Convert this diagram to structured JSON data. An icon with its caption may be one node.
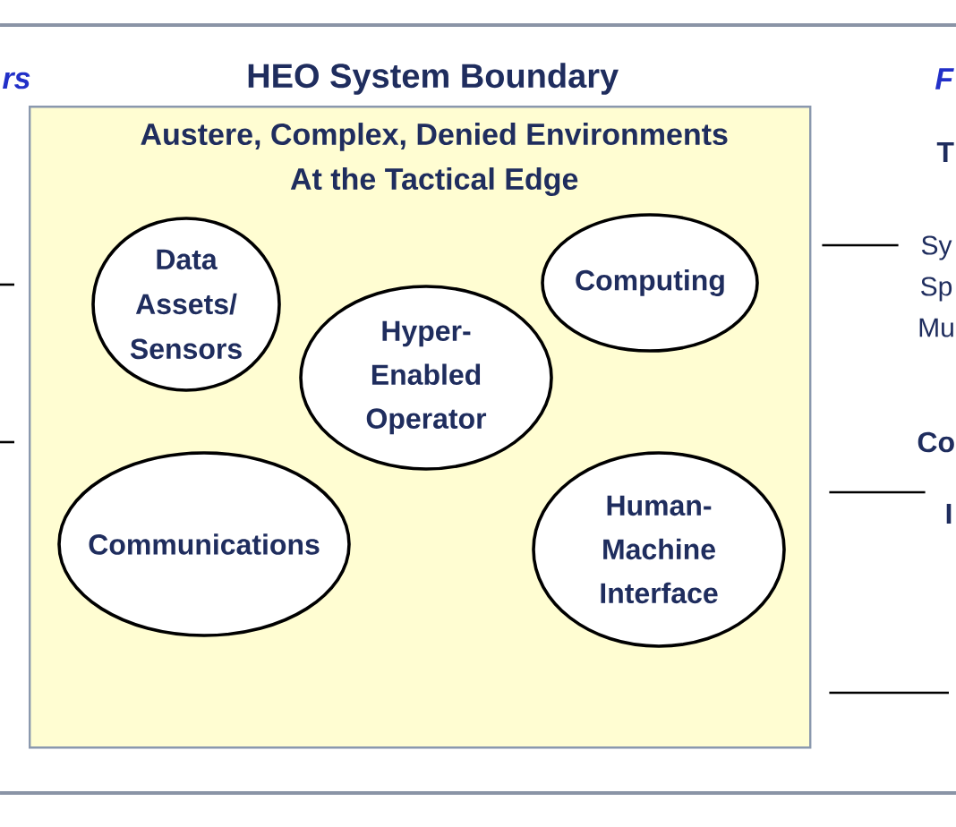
{
  "diagram": {
    "nodes": [
      {
        "text": [
          "HEO System Boundary",
          "Austere, Complex, Denied Environments At the Tactical Edge"
        ]
      },
      {
        "text": [
          "Data Assets/ Sensors"
        ],
        "in": 0
      },
      {
        "text": [
          "Computing"
        ],
        "in": 0
      },
      {
        "text": [
          "Hyper- Enabled Operator"
        ],
        "in": 0
      },
      {
        "text": [
          "Communications"
        ],
        "in": 0
      },
      {
        "text": [
          "Human- Machine Interface"
        ],
        "in": 0
      },
      {
        "text": [
          "Sy Sp Mu"
        ]
      },
      {
        "text": [
          "I"
        ]
      }
    ],
    "edges": [
      {
        "from": null,
        "to": 0,
        "arrow": "none"
      },
      {
        "from": null,
        "to": 0,
        "arrow": "none"
      },
      {
        "from": 0,
        "to": 6,
        "arrow": "none"
      },
      {
        "from": 0,
        "to": 7,
        "arrow": "none"
      },
      {
        "from": 0,
        "to": null,
        "arrow": "none"
      }
    ],
    "labels": [
      "rs",
      "F",
      "T",
      "Co"
    ]
  }
}
